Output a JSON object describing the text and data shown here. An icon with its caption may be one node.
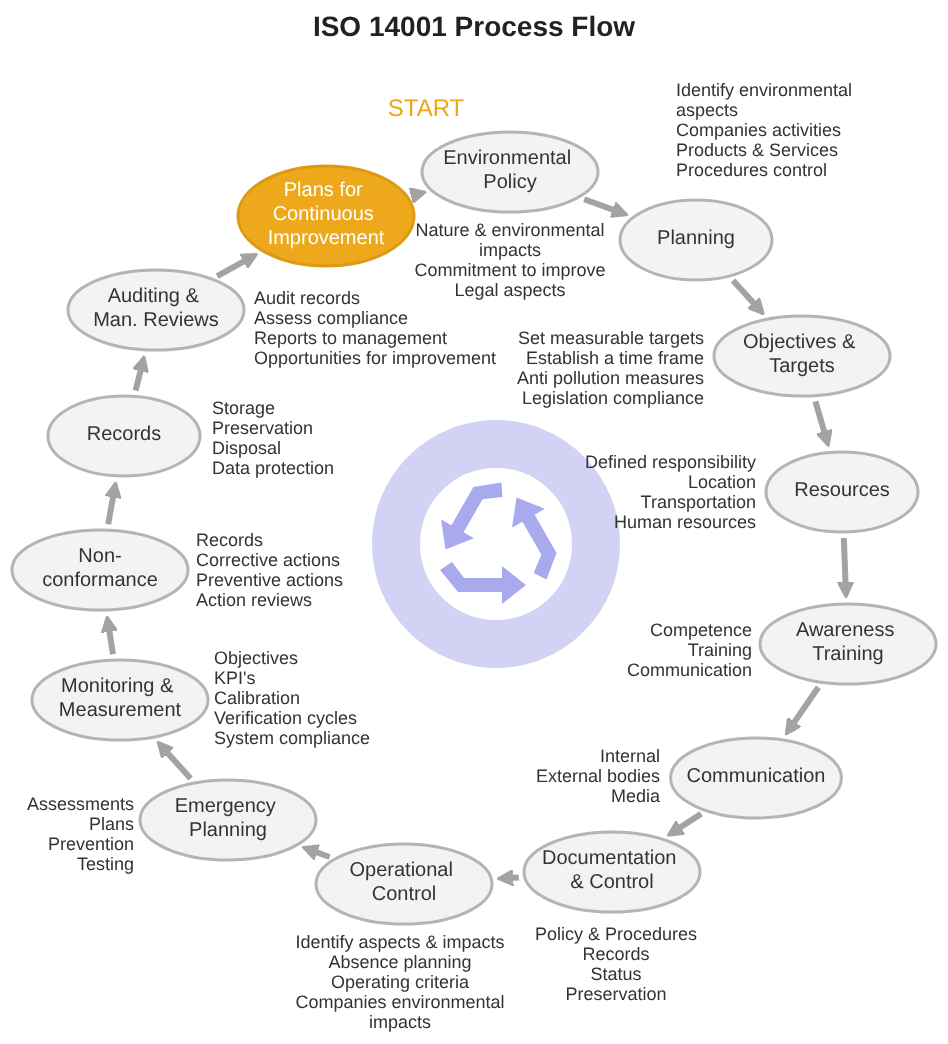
{
  "diagram": {
    "title": "ISO 14001 Process Flow",
    "nodes": [
      {
        "text": [
          "Plans for Continuous Improvement"
        ]
      },
      {
        "text": [
          "Environmental Policy"
        ],
        "beside": [
          "Nature & environmental impacts",
          "Commitment to improve",
          "Legal aspects"
        ]
      },
      {
        "text": [
          "Planning"
        ],
        "beside": [
          "Identify environmental aspects",
          "Companies activities",
          "Products & Services",
          "Procedures control"
        ]
      },
      {
        "text": [
          "Objectives & Targets"
        ],
        "beside": [
          "Set measurable targets",
          "Establish a time frame",
          "Anti pollution measures",
          "Legislation compliance"
        ]
      },
      {
        "text": [
          "Resources"
        ],
        "beside": [
          "Defined responsibility",
          "Location",
          "Transportation",
          "Human resources"
        ]
      },
      {
        "text": [
          "Awareness Training"
        ],
        "beside": [
          "Competence",
          "Training",
          "Communication"
        ]
      },
      {
        "text": [
          "Communication"
        ],
        "beside": [
          "Internal",
          "External bodies",
          "Media"
        ]
      },
      {
        "text": [
          "Documentation & Control"
        ],
        "beside": [
          "Policy & Procedures",
          "Records",
          "Status",
          "Preservation"
        ]
      },
      {
        "text": [
          "Operational Control"
        ],
        "beside": [
          "Identify aspects & impacts",
          "Absence planning",
          "Operating criteria",
          "Companies environmental impacts"
        ]
      },
      {
        "text": [
          "Emergency Planning"
        ],
        "beside": [
          "Assessments",
          "Plans",
          "Prevention",
          "Testing"
        ]
      },
      {
        "text": [
          "Monitoring & Measurement"
        ],
        "beside": [
          "Objectives",
          "KPI's",
          "Calibration",
          "Verification cycles",
          "System compliance"
        ]
      },
      {
        "text": [
          "Non-conformance"
        ],
        "beside": [
          "Records",
          "Corrective actions",
          "Preventive actions",
          "Action reviews"
        ]
      },
      {
        "text": [
          "Records"
        ],
        "beside": [
          "Storage",
          "Preservation",
          "Disposal",
          "Data protection"
        ]
      },
      {
        "text": [
          "Auditing & Man. Reviews"
        ],
        "beside": [
          "Audit records",
          "Assess compliance",
          "Reports to management",
          "Opportunities for improvement"
        ]
      }
    ],
    "edges": [
      {
        "from": 0,
        "to": 1,
        "arrow": "to"
      },
      {
        "from": 1,
        "to": 2,
        "arrow": "to"
      },
      {
        "from": 2,
        "to": 3,
        "arrow": "to"
      },
      {
        "from": 3,
        "to": 4,
        "arrow": "to"
      },
      {
        "from": 4,
        "to": 5,
        "arrow": "to"
      },
      {
        "from": 5,
        "to": 6,
        "arrow": "to"
      },
      {
        "from": 6,
        "to": 7,
        "arrow": "to"
      },
      {
        "from": 7,
        "to": 8,
        "arrow": "to"
      },
      {
        "from": 8,
        "to": 9,
        "arrow": "to"
      },
      {
        "from": 9,
        "to": 10,
        "arrow": "to"
      },
      {
        "from": 10,
        "to": 11,
        "arrow": "to"
      },
      {
        "from": 11,
        "to": 12,
        "arrow": "to"
      },
      {
        "from": 12,
        "to": 13,
        "arrow": "to"
      },
      {
        "from": 13,
        "to": 0,
        "arrow": "to"
      }
    ],
    "labels": [
      "START"
    ]
  }
}
